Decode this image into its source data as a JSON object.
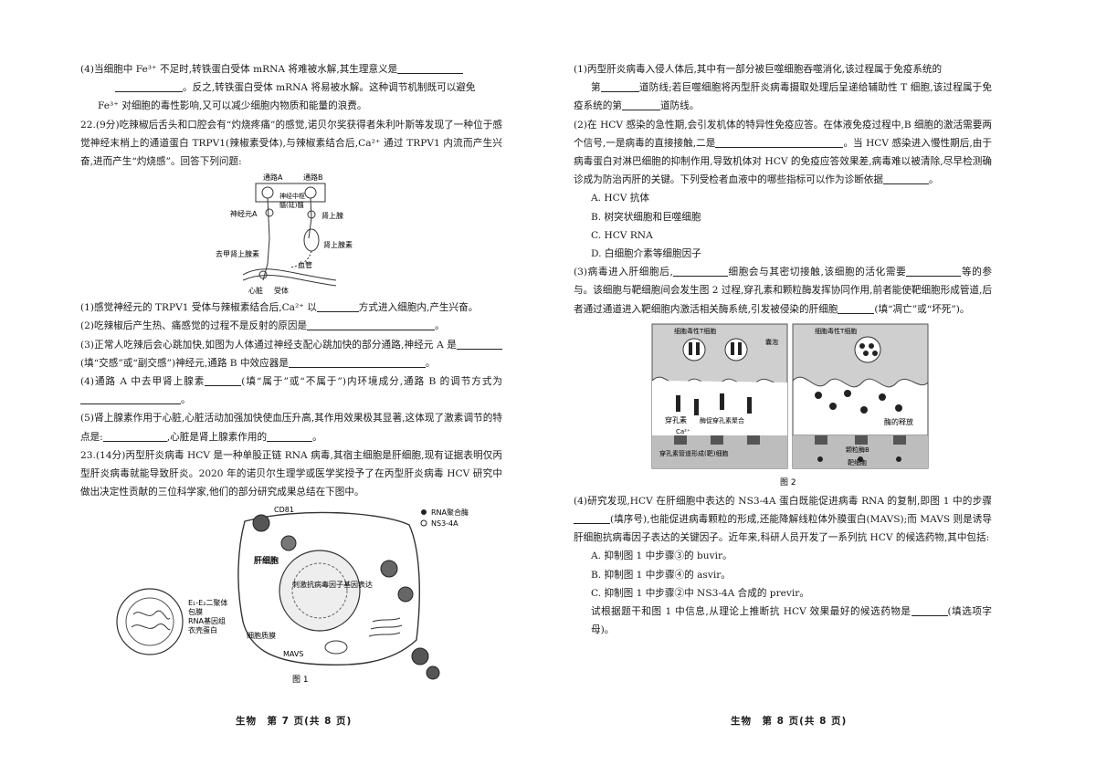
{
  "left": {
    "q21_4a": "(4)当细胞中 Fe³⁺ 不足时,转铁蛋白受体 mRNA 将难被水解,其生理意义是",
    "q21_4b": "。反之,转铁蛋白受体 mRNA 将易被水解。这种调节机制既可以避免",
    "q21_4c": "Fe³⁺ 对细胞的毒性影响,又可以减少细胞内物质和能量的浪费。",
    "q22_intro": "22.(9分)吃辣椒后舌头和口腔会有“灼烧疼痛”的感觉,诺贝尔奖获得者朱利叶斯等发现了一种位于感觉神经末梢上的通道蛋白 TRPV1(辣椒素受体),与辣椒素结合后,Ca²⁺ 通过 TRPV1 内流而产生兴奋,进而产生“灼烧感”。回答下列问题:",
    "fig22": {
      "path_a": "通路A",
      "path_b": "通路B",
      "center": "神经中枢",
      "medulla": "髓(延)髓",
      "neuron_a": "神经元A",
      "adrenal": "肾上腺",
      "epinephrine": "肾上腺素",
      "norepi": "去甲肾上腺素",
      "vessel": "血管",
      "heart": "心脏",
      "receptor": "受体"
    },
    "q22_1a": "(1)感觉神经元的 TRPV1 受体与辣椒素结合后,Ca²⁺ 以",
    "q22_1b": "方式进入细胞内,产生兴奋。",
    "q22_2": "(2)吃辣椒后产生热、痛感觉的过程不是反射的原因是",
    "q22_3a": "(3)正常人吃辣后会心跳加快,如图为人体通过神经支配心跳加快的部分通路,神经元 A 是",
    "q22_3b": "(填“交感”或“副交感”)神经元,通路 B 中效应器是",
    "q22_4a": "(4)通路 A 中去甲肾上腺素",
    "q22_4b": "(填“属于”或“不属于”)内环境成分,通路 B 的调节方式为",
    "q22_5a": "(5)肾上腺素作用于心脏,心脏活动加强加快使血压升高,其作用效果极其显著,这体现了激素调节的特点是:",
    "q22_5b": ",心脏是肾上腺素作用的",
    "q23_intro": "23.(14分)丙型肝炎病毒 HCV 是一种单股正链 RNA 病毒,其宿主细胞是肝细胞,现有证据表明仅丙型肝炎病毒就能导致肝炎。2020 年的诺贝尔生理学或医学奖授予了在丙型肝炎病毒 HCV 研究中做出决定性贡献的三位科学家,他们的部分研究成果总结在下图中。",
    "fig1": {
      "cd81": "CD81",
      "rna_pol": "RNA聚合酶",
      "ns34a": "NS3-4A",
      "hep_cell": "肝细胞",
      "nucleus_text": "刺激抗病毒因子基因表达",
      "e1e2": "E₁-E₂二聚体",
      "envelope": "包膜",
      "genome": "RNA基因组",
      "capsid": "衣壳蛋白",
      "cytoplasm": "细胞质膜",
      "mavs": "MAVS",
      "caption": "图 1"
    }
  },
  "right": {
    "q23_1a": "(1)丙型肝炎病毒入侵人体后,其中有一部分被巨噬细胞吞噬消化,该过程属于免疫系统的",
    "q23_1b": "第",
    "q23_1c": "道防线;若巨噬细胞将丙型肝炎病毒摄取处理后呈递给辅助性 T 细胞,该过程属于免疫系统的第",
    "q23_1d": "道防线。",
    "q23_2a": "(2)在 HCV 感染的急性期,会引发机体的特异性免疫应答。在体液免疫过程中,B 细胞的激活需要两个信号,一是病毒的直接接触,二是",
    "q23_2b": "。当 HCV 感染进入慢性期后,由于病毒蛋白对淋巴细胞的抑制作用,导致机体对 HCV 的免疫应答效果差,病毒难以被清除,尽早检测确诊成为防治丙肝的关键。下列受检者血液中的哪些指标可以作为诊断依据",
    "q23_2c": "。",
    "options2": [
      "A. HCV 抗体",
      "B. 树突状细胞和巨噬细胞",
      "C. HCV RNA",
      "D. 白细胞介素等细胞因子"
    ],
    "q23_3a": "(3)病毒进入肝细胞后,",
    "q23_3b": "细胞会与其密切接触,该细胞的活化需要",
    "q23_3c": "等的参与。该细胞与靶细胞间会发生图 2 过程,穿孔素和颗粒酶发挥协同作用,前者能使靶细胞形成管道,后者通过通道进入靶细胞内激活相关酶系统,引发被侵染的肝细胞",
    "q23_3d": "(填“凋亡”或“坏死”)。",
    "fig2": {
      "left_top": "细胞毒性T细胞",
      "vesicle": "囊泡",
      "perforin": "穿孔素",
      "polymer": "酶促穿孔素聚合",
      "ca": "Ca²⁺",
      "left_bottom": "穿孔素管道形成(靶)细胞",
      "right_top": "细胞毒性T细胞",
      "release": "酶的释放",
      "right_mid": "颗粒酶B",
      "right_bottom": "靶细胞",
      "caption": "图 2"
    },
    "q23_4a": "(4)研究发现,HCV 在肝细胞中表达的 NS3-4A 蛋白既能促进病毒 RNA 的复制,即图 1 中的步骤",
    "q23_4b": "(填序号),也能促进病毒颗粒的形成,还能降解线粒体外膜蛋白(MAVS);而 MAVS 则是诱导肝细胞抗病毒因子表达的关键因子。近年来,科研人员开发了一系列抗 HCV 的候选药物,其中包括:",
    "options4": [
      "A. 抑制图 1 中步骤③的 buvir。",
      "B. 抑制图 1 中步骤④的 asvir。",
      "C. 抑制图 1 中步骤②中 NS3-4A 合成的 previr。"
    ],
    "q23_4c": "试根据题干和图 1 中信息,从理论上推断抗 HCV 效果最好的候选药物是",
    "q23_4d": "(填选项字母)。"
  },
  "footer": {
    "left": "生物　第 7 页(共 8 页)",
    "right": "生物　第 8 页(共 8 页)"
  }
}
